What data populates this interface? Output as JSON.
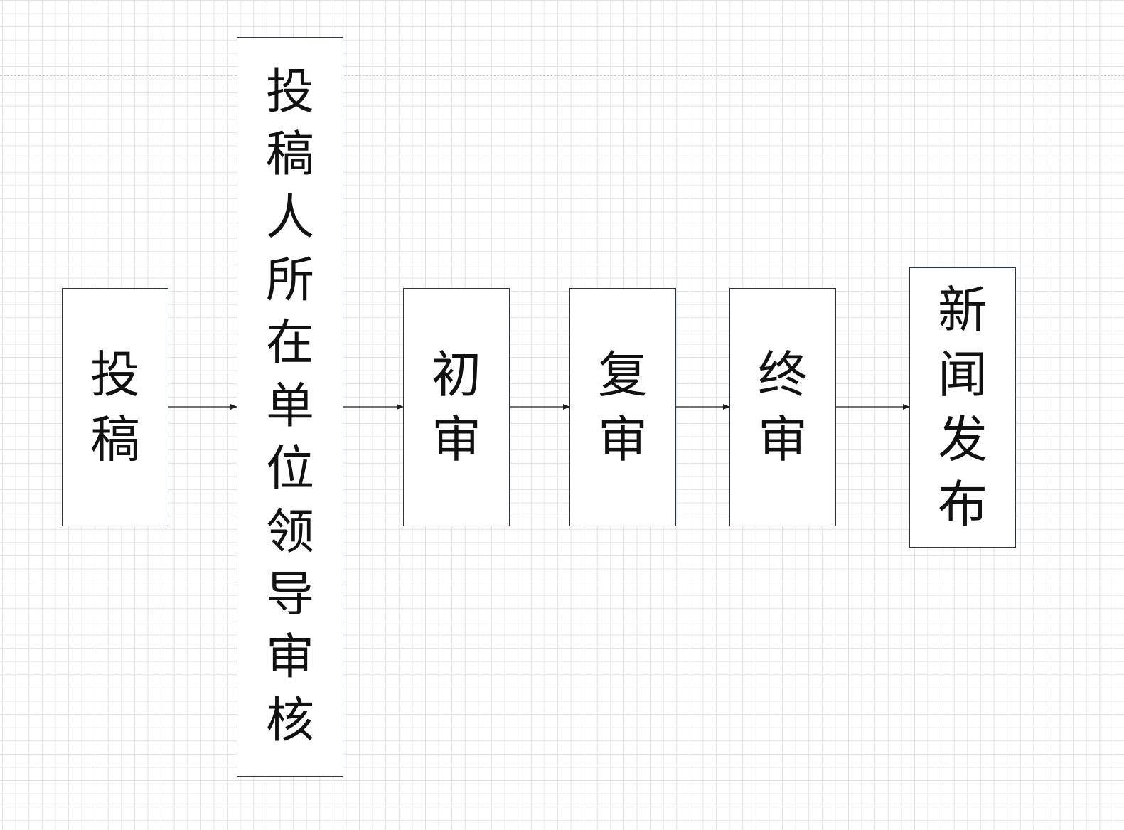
{
  "diagram": {
    "nodes": [
      {
        "id": "submit",
        "label": "投稿"
      },
      {
        "id": "leader-review",
        "label": "投稿人所在单位领导审核"
      },
      {
        "id": "first-review",
        "label": "初审"
      },
      {
        "id": "second-review",
        "label": "复审"
      },
      {
        "id": "final-review",
        "label": "终审"
      },
      {
        "id": "news-publish",
        "label": "新闻发布"
      }
    ],
    "edges": [
      {
        "from": "submit",
        "to": "leader-review"
      },
      {
        "from": "leader-review",
        "to": "first-review"
      },
      {
        "from": "first-review",
        "to": "second-review"
      },
      {
        "from": "second-review",
        "to": "final-review"
      },
      {
        "from": "final-review",
        "to": "news-publish"
      }
    ],
    "colors": {
      "node_border": "#2b3540",
      "edge": "#1f1f1f",
      "text": "#111111",
      "grid": "#dfe2e6"
    }
  }
}
